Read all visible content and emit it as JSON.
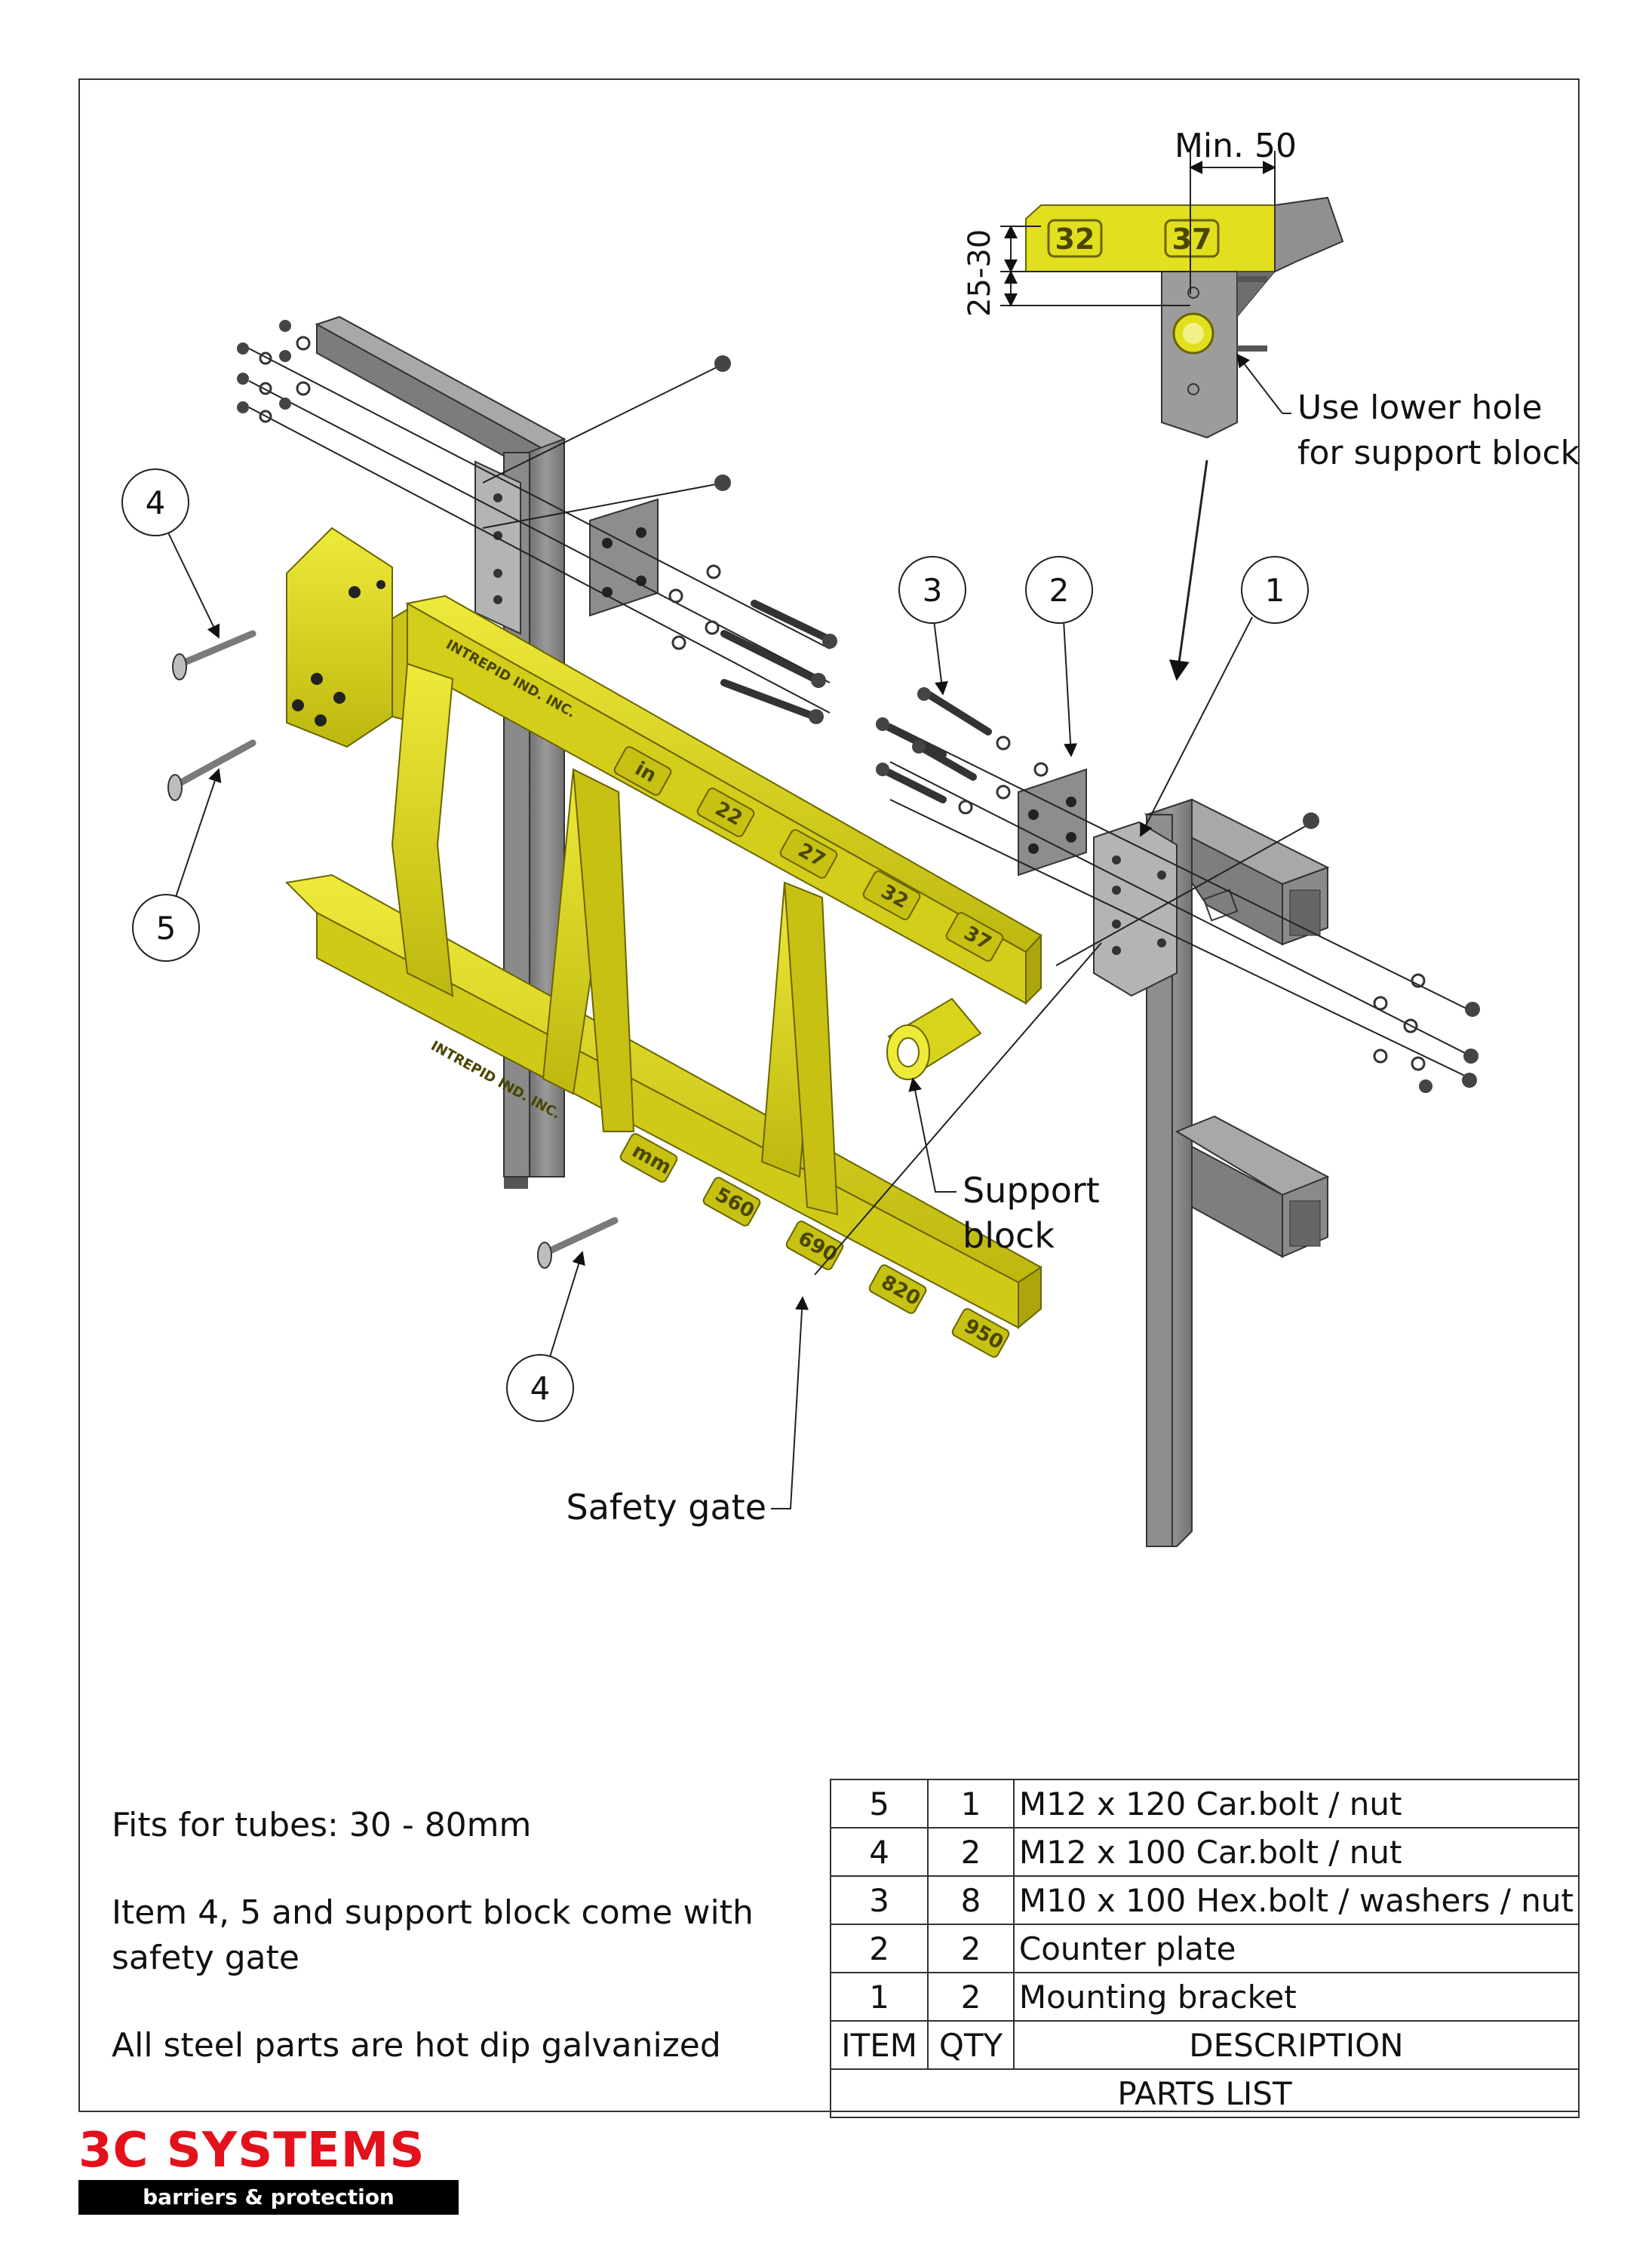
{
  "callouts": {
    "item1": "1",
    "item2": "2",
    "item3": "3",
    "item4_top": "4",
    "item4_bottom": "4",
    "item5": "5"
  },
  "detail": {
    "min_label": "Min. 50",
    "height_label": "25-30",
    "tag_left": "32",
    "tag_right": "37",
    "note_line1": "Use lower hole",
    "note_line2": "for support block"
  },
  "labels": {
    "support_block_line1": "Support",
    "support_block_line2": "block",
    "safety_gate": "Safety gate"
  },
  "gate_embossing": {
    "brand_top": "INTREPID IND. INC.",
    "brand_bottom": "INTREPID IND. INC.",
    "scale_top": [
      "in",
      "22",
      "27",
      "32",
      "37"
    ],
    "scale_bottom": [
      "mm",
      "560",
      "690",
      "820",
      "950"
    ]
  },
  "notes": [
    "Fits for tubes: 30 - 80mm",
    "Item 4, 5 and support block come with safety gate",
    "All steel parts are hot dip galvanized"
  ],
  "parts_list": {
    "title": "PARTS LIST",
    "headers": {
      "item": "ITEM",
      "qty": "QTY",
      "description": "DESCRIPTION"
    },
    "rows": [
      {
        "item": "5",
        "qty": "1",
        "description": "M12 x 120 Car.bolt  / nut"
      },
      {
        "item": "4",
        "qty": "2",
        "description": "M12 x 100 Car.bolt  / nut"
      },
      {
        "item": "3",
        "qty": "8",
        "description": "M10 x 100 Hex.bolt / washers / nut"
      },
      {
        "item": "2",
        "qty": "2",
        "description": "Counter plate"
      },
      {
        "item": "1",
        "qty": "2",
        "description": "Mounting bracket"
      }
    ]
  },
  "logo": {
    "brand": "3C SYSTEMS",
    "tagline": "barriers & protection"
  },
  "colors": {
    "gate_yellow": "#e2df1e",
    "steel_grey": "#8a8a8a",
    "logo_red": "#e3111b"
  }
}
